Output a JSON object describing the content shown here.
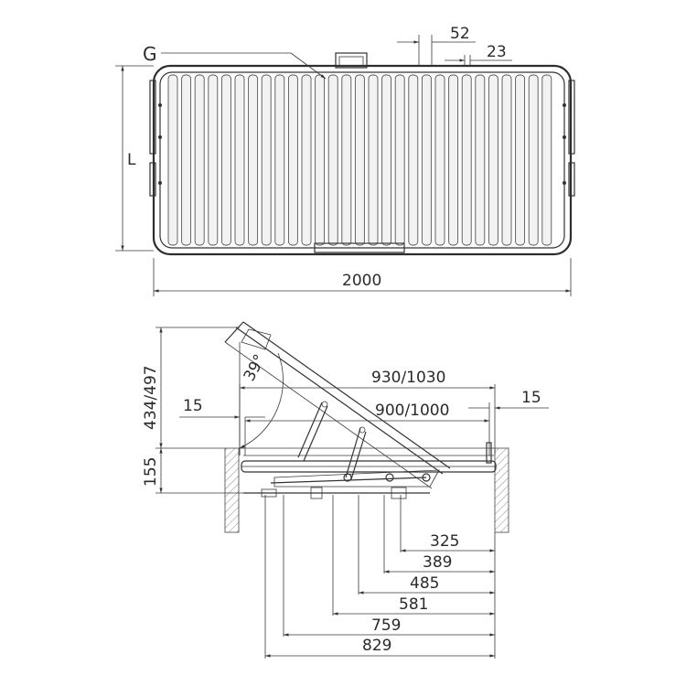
{
  "top_view": {
    "label_G": "G",
    "label_L": "L",
    "dim_width": "2000",
    "dim_slat_pitch": "52",
    "dim_slat_gap": "23"
  },
  "side_view": {
    "dim_angle": "39°",
    "dim_height": "434/497",
    "dim_base": "155",
    "dim_overall": "930/1030",
    "dim_inner": "900/1000",
    "dim_left_offset": "15",
    "dim_right_offset": "15",
    "dim_325": "325",
    "dim_389": "389",
    "dim_485": "485",
    "dim_581": "581",
    "dim_759": "759",
    "dim_829": "829"
  }
}
